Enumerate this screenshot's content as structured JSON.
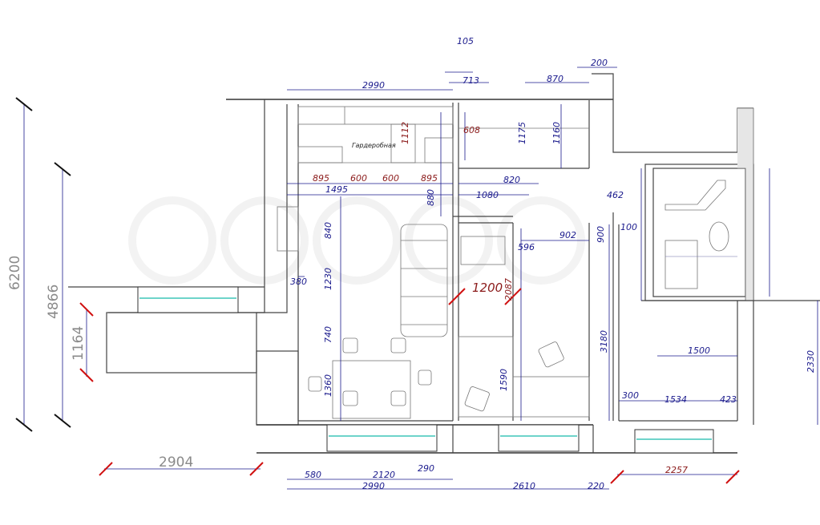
{
  "room_label": "Гардеробная",
  "dims": {
    "d105": "105",
    "d713": "713",
    "d200": "200",
    "d2990_top": "2990",
    "d870": "870",
    "d1112": "1112",
    "d608": "608",
    "d1175": "1175",
    "d1160": "1160",
    "d895a": "895",
    "d600a": "600",
    "d600b": "600",
    "d895b": "895",
    "d820": "820",
    "d1495": "1495",
    "d880": "880",
    "d1080": "1080",
    "d462": "462",
    "d840": "840",
    "d596": "596",
    "d902": "902",
    "d900": "900",
    "d100": "100",
    "d380": "380",
    "d1230": "1230",
    "d1200": "1200",
    "d2087": "2087",
    "d740": "740",
    "d3180": "3180",
    "d1500": "1500",
    "d1590": "1590",
    "d1360": "1360",
    "d300": "300",
    "d1534": "1534",
    "d423": "423",
    "d2330": "2330",
    "d6200": "6200",
    "d4866": "4866",
    "d1164": "1164",
    "d2904": "2904",
    "d580": "580",
    "d2120": "2120",
    "d290": "290",
    "d2990_bot": "2990",
    "d2610": "2610",
    "d220": "220",
    "d2257": "2257"
  }
}
